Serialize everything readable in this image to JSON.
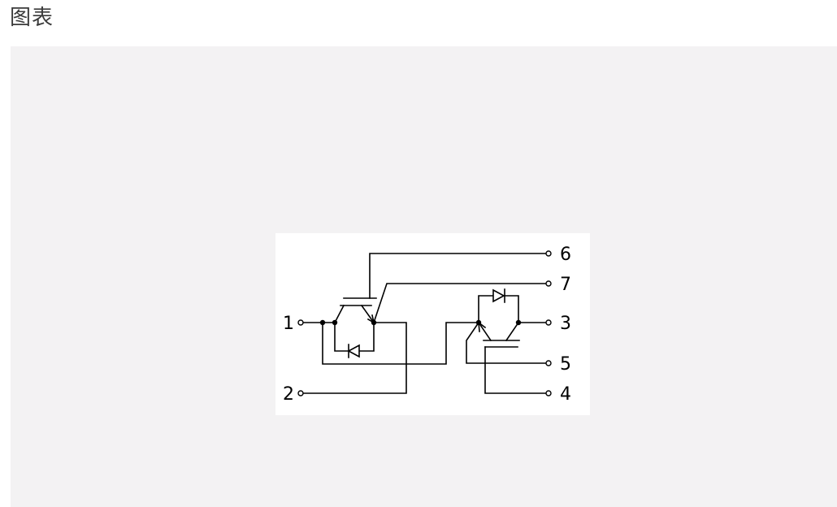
{
  "header": {
    "title": "图表"
  },
  "diagram": {
    "pins": {
      "p1": "1",
      "p2": "2",
      "p3": "3",
      "p4": "4",
      "p5": "5",
      "p6": "6",
      "p7": "7"
    },
    "colors": {
      "line": "#000000",
      "panel_bg": "#f3f2f3",
      "diagram_bg": "#ffffff"
    }
  }
}
